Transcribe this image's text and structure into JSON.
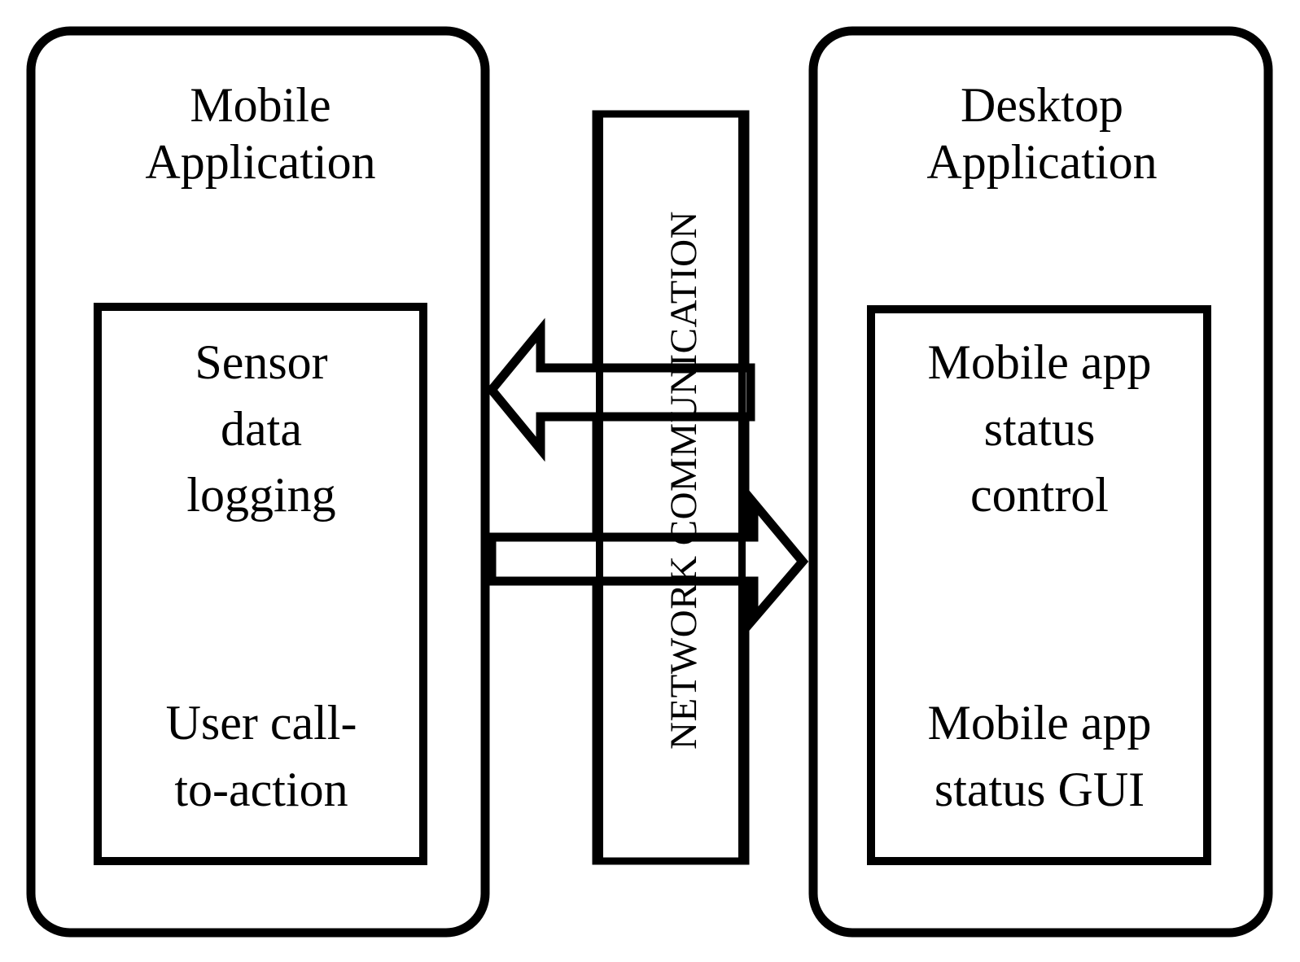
{
  "diagram": {
    "title": "Mobile and Desktop Application Network Communication Architecture",
    "stroke_color": "#000000",
    "fill_color": "#ffffff",
    "panels": [
      {
        "id": "mobile-application",
        "title": "Mobile\nApplication",
        "inner_blocks": [
          {
            "id": "sensor-data-logging",
            "text": "Sensor\ndata\nlogging"
          },
          {
            "id": "user-call-to-action",
            "text": "User call-\nto-action"
          }
        ]
      },
      {
        "id": "desktop-application",
        "title": "Desktop\nApplication",
        "inner_blocks": [
          {
            "id": "mobile-app-status-control",
            "text": "Mobile app\nstatus\ncontrol"
          },
          {
            "id": "mobile-app-status-gui",
            "text": "Mobile app\nstatus GUI"
          }
        ]
      }
    ],
    "channel": {
      "id": "network-communication",
      "label": "NETWORK COMMUNICATION",
      "orientation": "vertical",
      "text_rotation_deg": -90
    },
    "arrows": [
      {
        "id": "arrow-desktop-to-mobile",
        "direction": "left",
        "from": "mobile-app-status-control",
        "to": "sensor-data-logging",
        "style": "hollow-block-arrow"
      },
      {
        "id": "arrow-mobile-to-desktop",
        "direction": "right",
        "from": "user-call-to-action",
        "to": "mobile-app-status-control",
        "style": "hollow-block-arrow"
      }
    ]
  }
}
